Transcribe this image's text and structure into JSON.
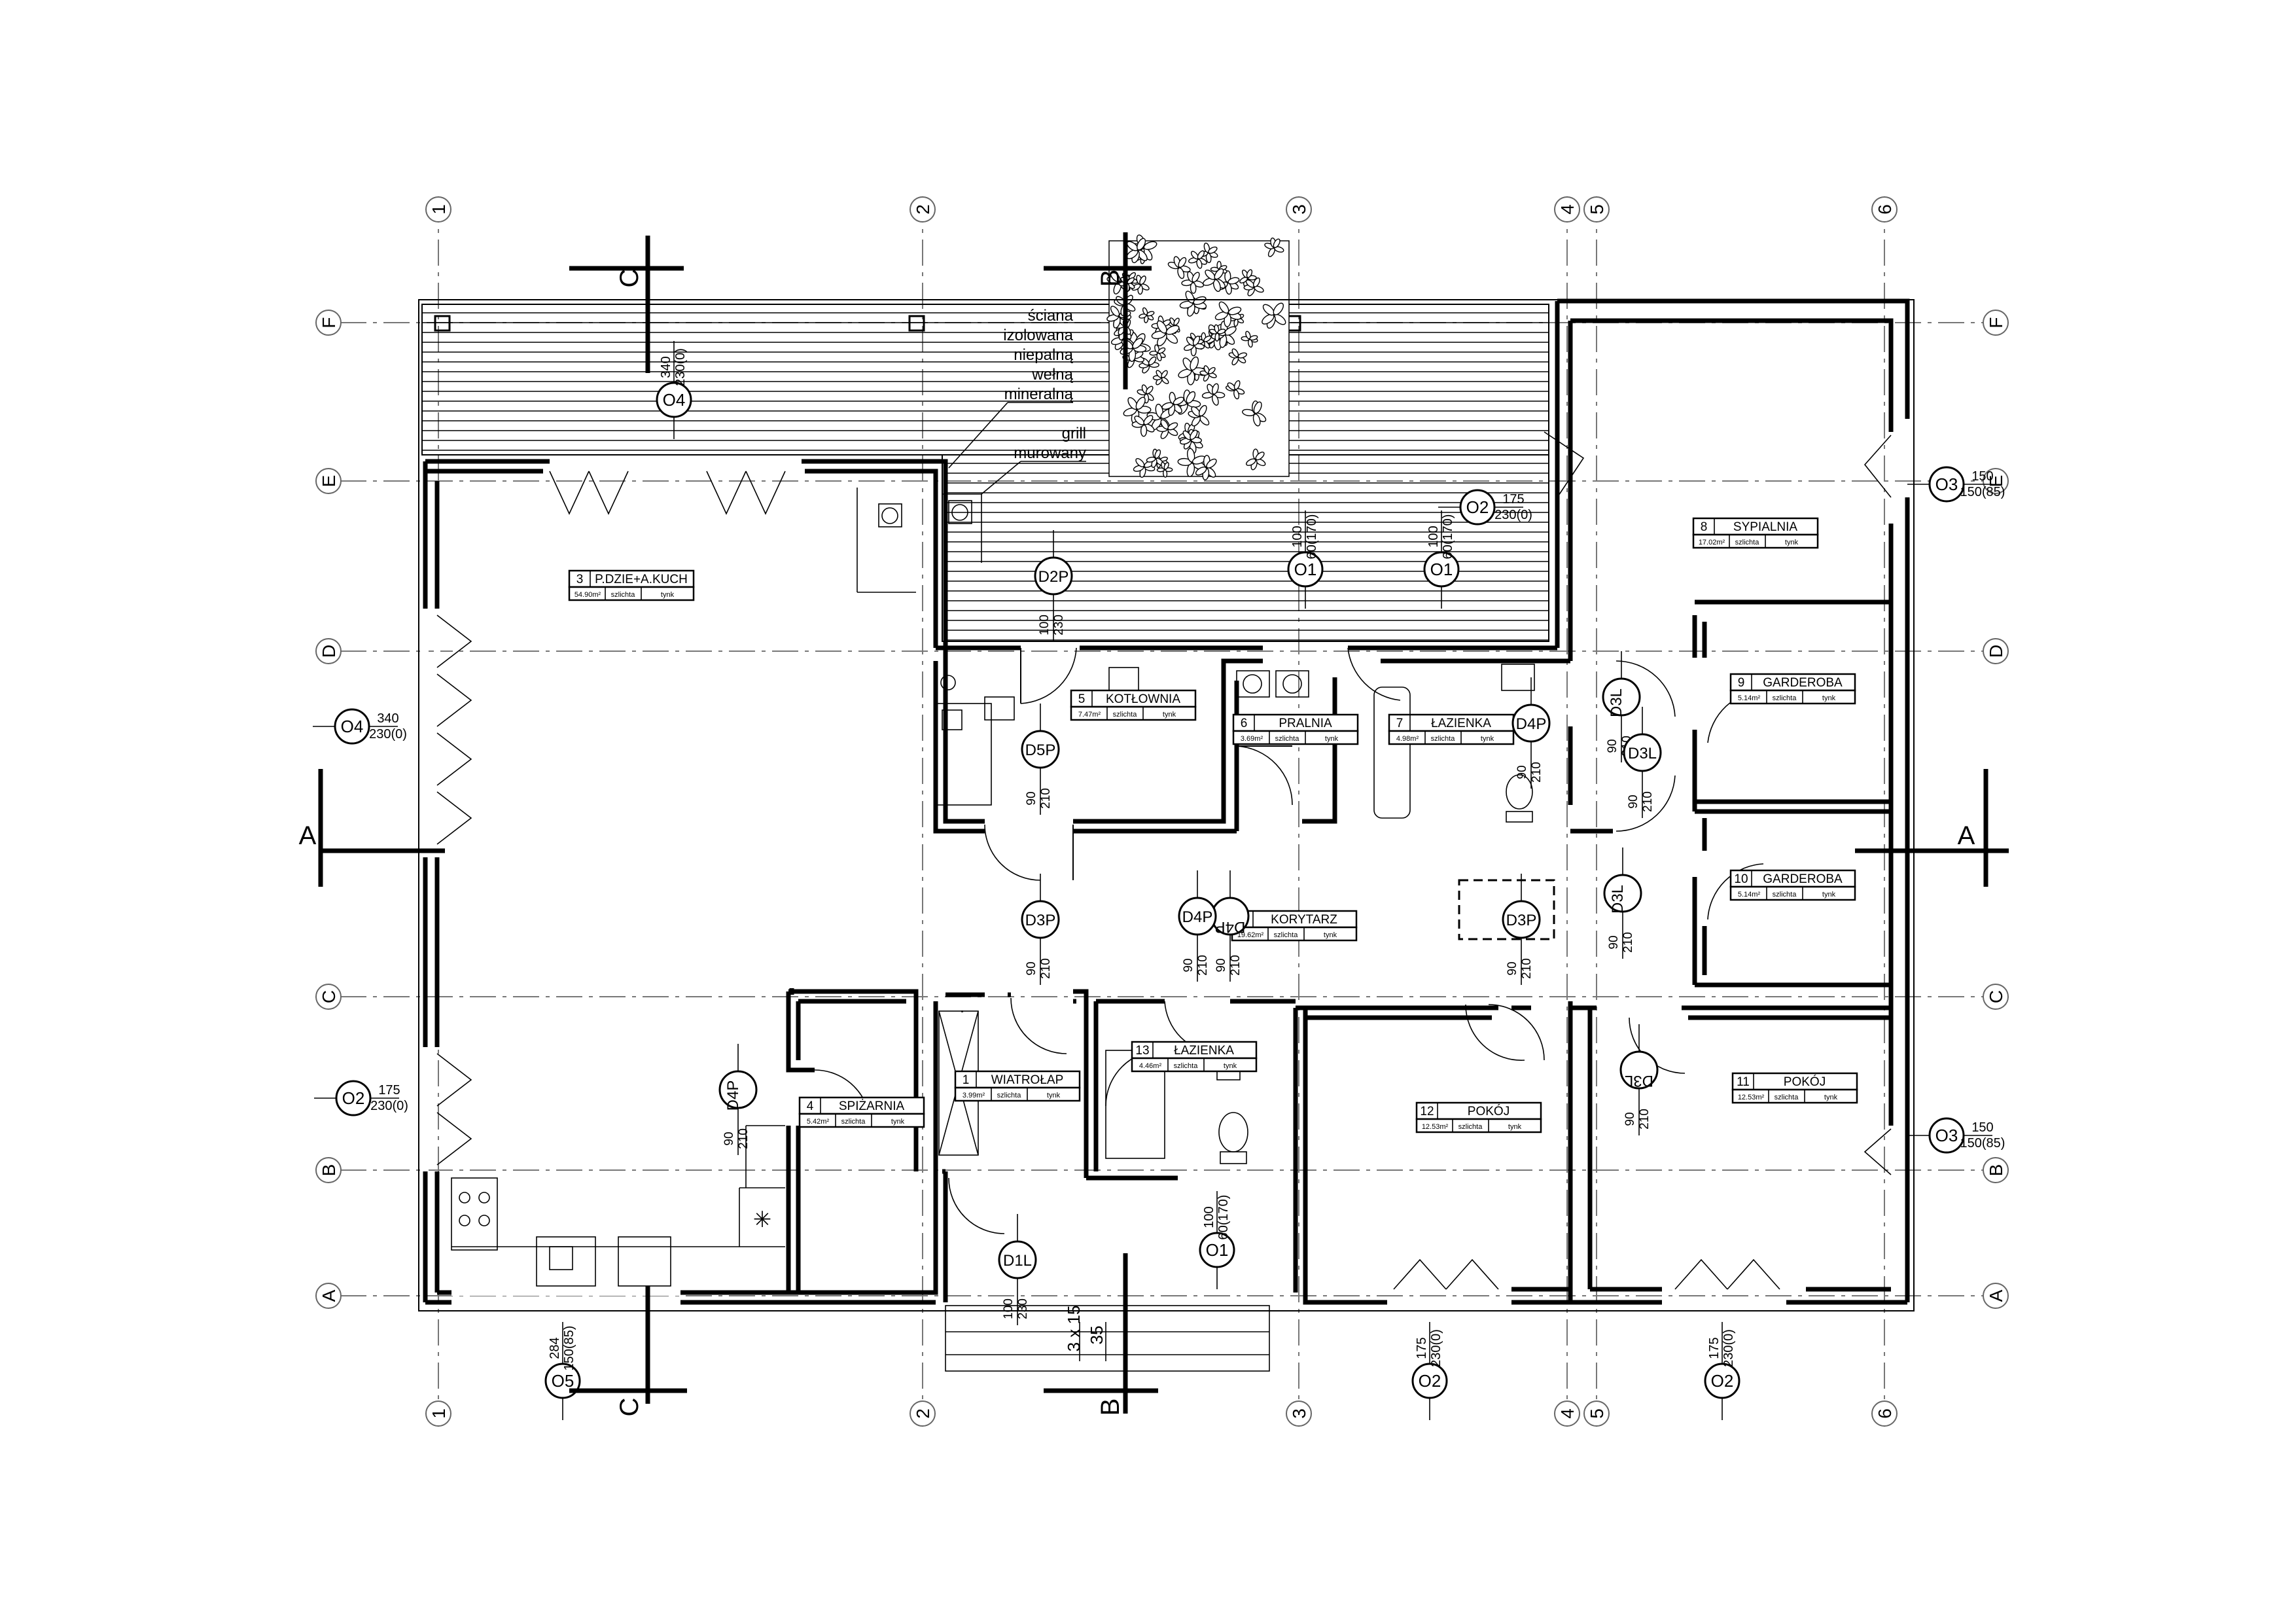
{
  "axes": {
    "numbers": [
      "1",
      "2",
      "3",
      "4",
      "5",
      "6"
    ],
    "letters": [
      "F",
      "E",
      "D",
      "C",
      "B",
      "A"
    ]
  },
  "sections": {
    "a": "A",
    "b": "B",
    "c": "C"
  },
  "rooms": [
    {
      "no": "1",
      "name": "WIATROŁAP",
      "area": "3.99m²",
      "floor": "szlichta",
      "finish": "tynk"
    },
    {
      "no": "2",
      "name": "KORYTARZ",
      "area": "19.62m²",
      "floor": "szlichta",
      "finish": "tynk"
    },
    {
      "no": "3",
      "name": "P.DZIE+A.KUCH",
      "area": "54.90m²",
      "floor": "szlichta",
      "finish": "tynk"
    },
    {
      "no": "4",
      "name": "SPIŻARNIA",
      "area": "5.42m²",
      "floor": "szlichta",
      "finish": "tynk"
    },
    {
      "no": "5",
      "name": "KOTŁOWNIA",
      "area": "7.47m²",
      "floor": "szlichta",
      "finish": "tynk"
    },
    {
      "no": "6",
      "name": "PRALNIA",
      "area": "3.69m²",
      "floor": "szlichta",
      "finish": "tynk"
    },
    {
      "no": "7",
      "name": "ŁAZIENKA",
      "area": "4.98m²",
      "floor": "szlichta",
      "finish": "tynk"
    },
    {
      "no": "8",
      "name": "SYPIALNIA",
      "area": "17.02m²",
      "floor": "szlichta",
      "finish": "tynk"
    },
    {
      "no": "9",
      "name": "GARDEROBA",
      "area": "5.14m²",
      "floor": "szlichta",
      "finish": "tynk"
    },
    {
      "no": "10",
      "name": "GARDEROBA",
      "area": "5.14m²",
      "floor": "szlichta",
      "finish": "tynk"
    },
    {
      "no": "11",
      "name": "POKÓJ",
      "area": "12.53m²",
      "floor": "szlichta",
      "finish": "tynk"
    },
    {
      "no": "12",
      "name": "POKÓJ",
      "area": "12.53m²",
      "floor": "szlichta",
      "finish": "tynk"
    },
    {
      "no": "13",
      "name": "ŁAZIENKA",
      "area": "4.46m²",
      "floor": "szlichta",
      "finish": "tynk"
    }
  ],
  "openings": [
    {
      "tag": "O4",
      "dims": [
        "340",
        "230(0)"
      ]
    },
    {
      "tag": "O4",
      "dims": [
        "340",
        "230(0)"
      ]
    },
    {
      "tag": "O2",
      "dims": [
        "175",
        "230(0)"
      ]
    },
    {
      "tag": "O2",
      "dims": [
        "175",
        "230(0)"
      ]
    },
    {
      "tag": "O2",
      "dims": [
        "175",
        "230(0)"
      ]
    },
    {
      "tag": "O2",
      "dims": [
        "175",
        "230(0)"
      ]
    },
    {
      "tag": "O1",
      "dims": [
        "100",
        "60(170)"
      ]
    },
    {
      "tag": "O1",
      "dims": [
        "100",
        "60(170)"
      ]
    },
    {
      "tag": "O1",
      "dims": [
        "100",
        "60(170)"
      ]
    },
    {
      "tag": "O3",
      "dims": [
        "150",
        "150(85)"
      ]
    },
    {
      "tag": "O3",
      "dims": [
        "150",
        "150(85)"
      ]
    },
    {
      "tag": "O5",
      "dims": [
        "284",
        "150(85)"
      ]
    }
  ],
  "doors": [
    {
      "tag": "D2P",
      "dims": [
        "100",
        "230"
      ]
    },
    {
      "tag": "D5P",
      "dims": [
        "90",
        "210"
      ]
    },
    {
      "tag": "D3P",
      "dims": [
        "90",
        "210"
      ]
    },
    {
      "tag": "D4P",
      "dims": [
        "90",
        "210"
      ]
    },
    {
      "tag": "D4P",
      "dims": [
        "90",
        "210"
      ]
    },
    {
      "tag": "D4P",
      "dims": [
        "90",
        "210"
      ]
    },
    {
      "tag": "D4P",
      "dims": [
        "90",
        "210"
      ]
    },
    {
      "tag": "D3P",
      "dims": [
        "90",
        "210"
      ]
    },
    {
      "tag": "D3L",
      "dims": [
        "90",
        "210"
      ]
    },
    {
      "tag": "D3L",
      "dims": [
        "90",
        "210"
      ]
    },
    {
      "tag": "D3L",
      "dims": [
        "90",
        "210"
      ]
    },
    {
      "tag": "D3L",
      "dims": [
        "90",
        "210"
      ]
    },
    {
      "tag": "D1L",
      "dims": [
        "100",
        "230"
      ]
    }
  ],
  "notes": {
    "wall": [
      "ściana",
      "izolowana",
      "niepalną",
      "wełną",
      "mineralną"
    ],
    "grill": [
      "grill",
      "murowany"
    ],
    "stairs": "3 x 15",
    "stairs_depth": "35"
  }
}
